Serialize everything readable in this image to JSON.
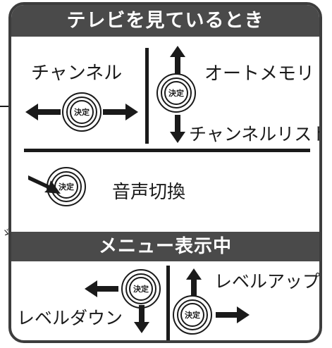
{
  "header": {
    "title": "テレビを見ているとき"
  },
  "tv_section": {
    "channel_label": "チャンネル",
    "auto_memory_label": "オートメモリ",
    "channel_list_label": "チャンネルリスト",
    "audio_switch_label": "音声切換"
  },
  "menu_section": {
    "title": "メニュー表示中",
    "level_up_label": "レベルアップ",
    "level_down_label": "レベルダウン"
  },
  "button_label": "決定",
  "colors": {
    "banner": "#4a4a4a",
    "border": "#3d3d3d",
    "ink": "#1a1a1a",
    "background": "#ffffff"
  }
}
